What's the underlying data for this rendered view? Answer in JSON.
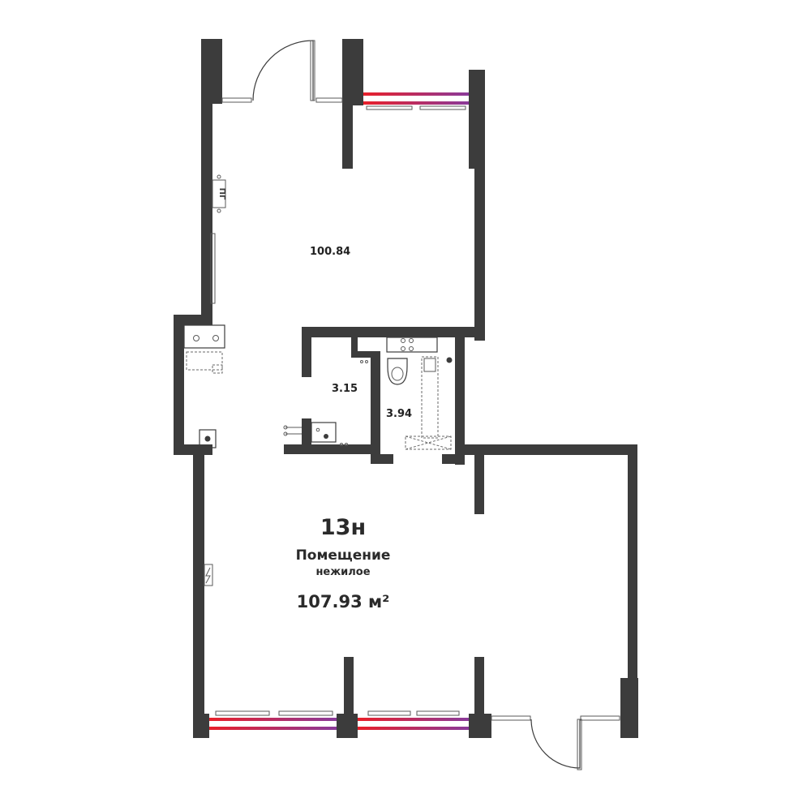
{
  "unit": {
    "number": "13н",
    "type": "Помещение",
    "subtype": "нежилое",
    "total_area": "107.93 м²"
  },
  "rooms": [
    {
      "area": "100.84"
    },
    {
      "area": "3.15"
    },
    {
      "area": "3.94"
    }
  ],
  "labels": {
    "shaft": "ПГ"
  },
  "colors": {
    "wall": "#3c3c3c",
    "window_gradient_start": "#e8202a",
    "window_gradient_end": "#8a3a9a"
  }
}
